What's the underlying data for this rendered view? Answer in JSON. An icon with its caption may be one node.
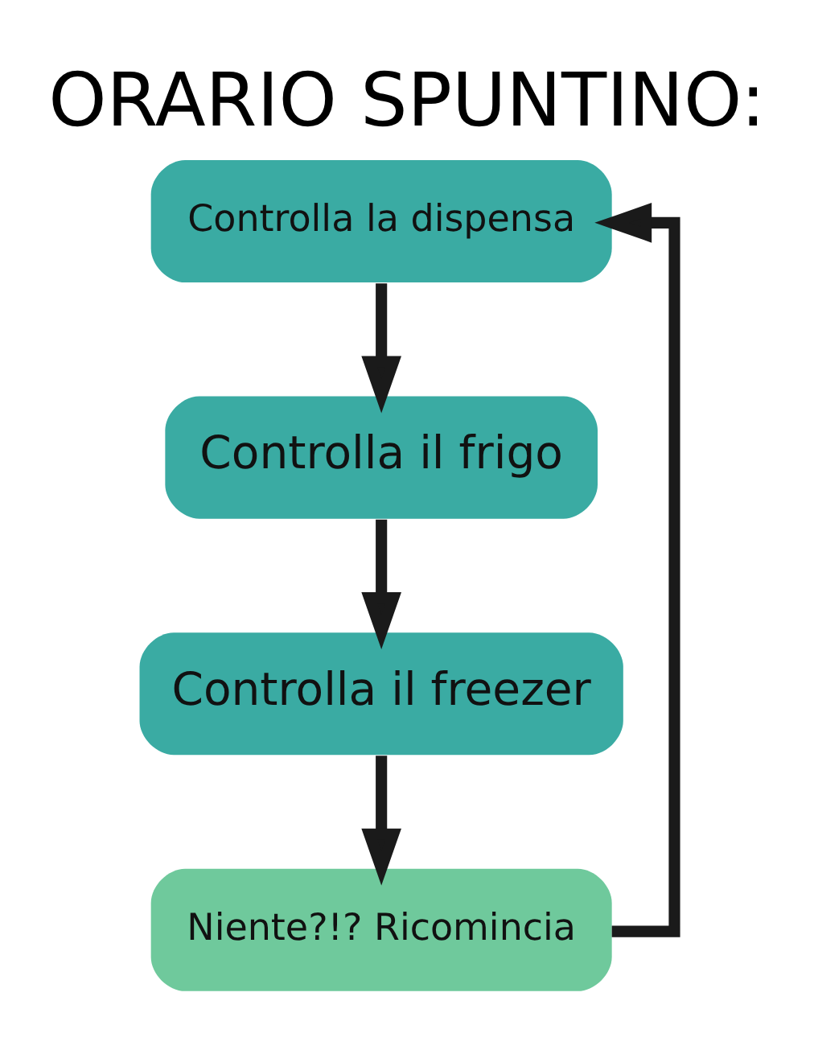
{
  "diagram": {
    "title": "ORARIO SPUNTINO:",
    "nodes": [
      {
        "text": [
          "Controlla la dispensa"
        ]
      },
      {
        "text": [
          "Controlla il frigo"
        ]
      },
      {
        "text": [
          "Controlla il freezer"
        ]
      },
      {
        "text": [
          "Niente?!? Ricomincia"
        ]
      }
    ],
    "edges": [
      {
        "from": 0,
        "to": 1,
        "arrow": "to"
      },
      {
        "from": 1,
        "to": 2,
        "arrow": "to"
      },
      {
        "from": 2,
        "to": 3,
        "arrow": "to"
      },
      {
        "from": 3,
        "to": 0,
        "arrow": "to"
      }
    ]
  }
}
